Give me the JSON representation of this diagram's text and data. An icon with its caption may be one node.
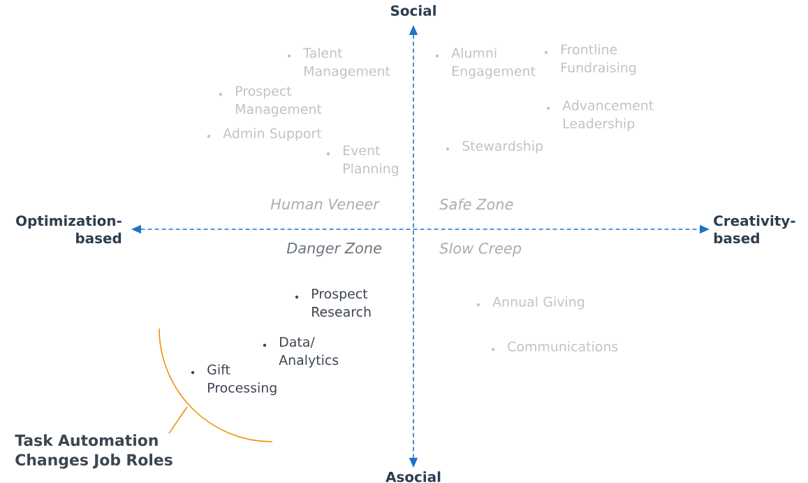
{
  "diagram": {
    "nodes": [
      {
        "text": [
          "Social"
        ]
      },
      {
        "text": [
          "Asocial"
        ]
      },
      {
        "text": [
          "Optimization-based"
        ]
      },
      {
        "text": [
          "Creativity-based"
        ]
      },
      {
        "text": [
          "Task Automation Changes Job Roles"
        ]
      }
    ],
    "edges": [
      {
        "from": 0,
        "to": 1,
        "arrow": "both",
        "style": "dashed"
      },
      {
        "from": 2,
        "to": 3,
        "arrow": "both",
        "style": "dashed"
      },
      {
        "from": 4,
        "to": null,
        "arrow": "none",
        "color": "#f0900a"
      }
    ],
    "labels": [
      "Talent Management",
      "Alumni Engagement",
      "Frontline Fundraising",
      "Prospect Management",
      "Advancement Leadership",
      "Admin Support",
      "Event Planning",
      "Stewardship",
      "Human Veneer",
      "Safe Zone",
      "Danger Zone",
      "Slow Creep",
      "Prospect Research",
      "Annual Giving",
      "Data/ Analytics",
      "Communications",
      "Gift Processing"
    ]
  }
}
